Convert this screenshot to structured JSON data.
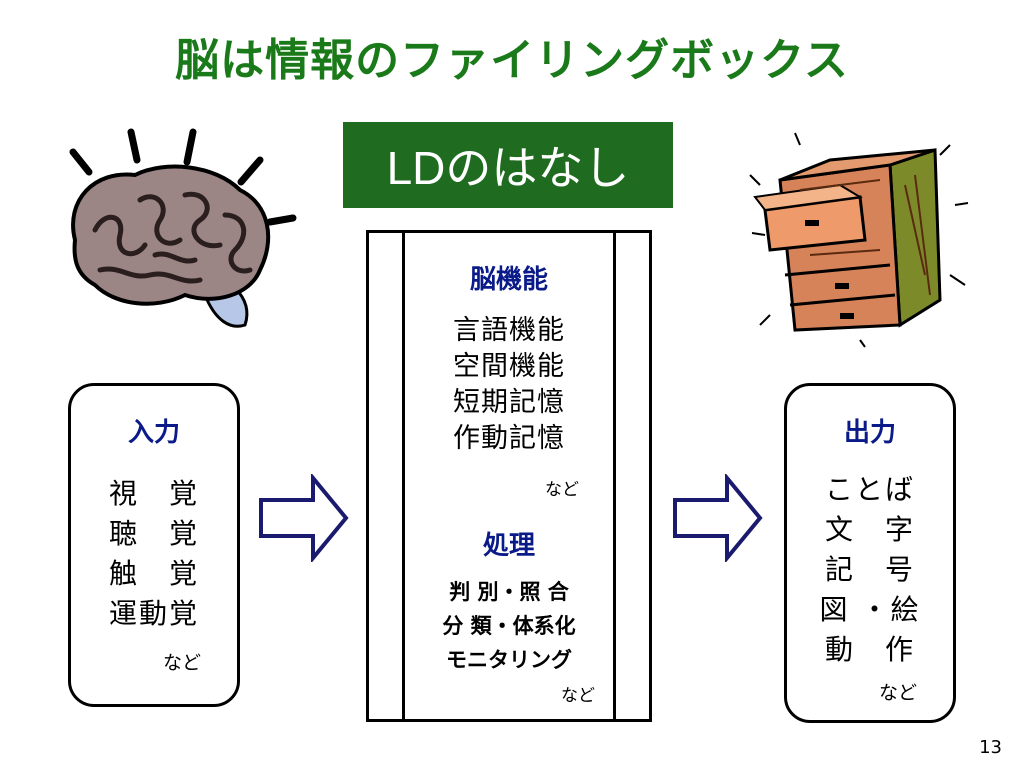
{
  "title": "脳は情報のファイリングボックス",
  "banner": "LDのはなし",
  "input": {
    "heading": "入力",
    "items": [
      "視　覚",
      "聴　覚",
      "触　覚",
      "運動覚"
    ],
    "etc": "など"
  },
  "center": {
    "brain_heading": "脳機能",
    "brain_items": [
      "言語機能",
      "空間機能",
      "短期記憶",
      "作動記憶"
    ],
    "brain_etc": "など",
    "process_heading": "処理",
    "process_items": [
      "判 別・照 合",
      "分 類・体系化",
      "モニタリング"
    ],
    "process_etc": "など"
  },
  "output": {
    "heading": "出力",
    "items": [
      "ことば",
      "文　字",
      "記　号",
      "図 ・絵",
      "動　作"
    ],
    "etc": "など"
  },
  "page_number": "13",
  "colors": {
    "title": "#1a7a1a",
    "banner_bg": "#1f6b1f",
    "heading": "#0a1a88",
    "arrow": "#1a1a6e"
  },
  "images": {
    "left": "brain-clipart",
    "right": "filing-drawers-clipart"
  }
}
